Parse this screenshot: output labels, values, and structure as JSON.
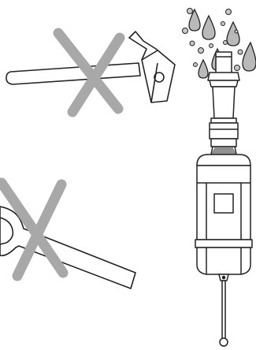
{
  "figure": {
    "items": [
      {
        "name": "hammer",
        "status": "prohibited"
      },
      {
        "name": "wrench",
        "status": "prohibited"
      },
      {
        "name": "probe",
        "status": "shown"
      }
    ],
    "colors": {
      "line": "#222222",
      "prohibit_cross": "#a8a8a8",
      "droplet_fill": "#b9b9b9",
      "bubble_fill": "#c9c9c9",
      "body_fill": "#ffffff"
    },
    "icons": [
      "hammer-icon",
      "wrench-icon",
      "prohibited-cross-icon",
      "water-droplet-icon",
      "touch-probe-icon"
    ]
  }
}
